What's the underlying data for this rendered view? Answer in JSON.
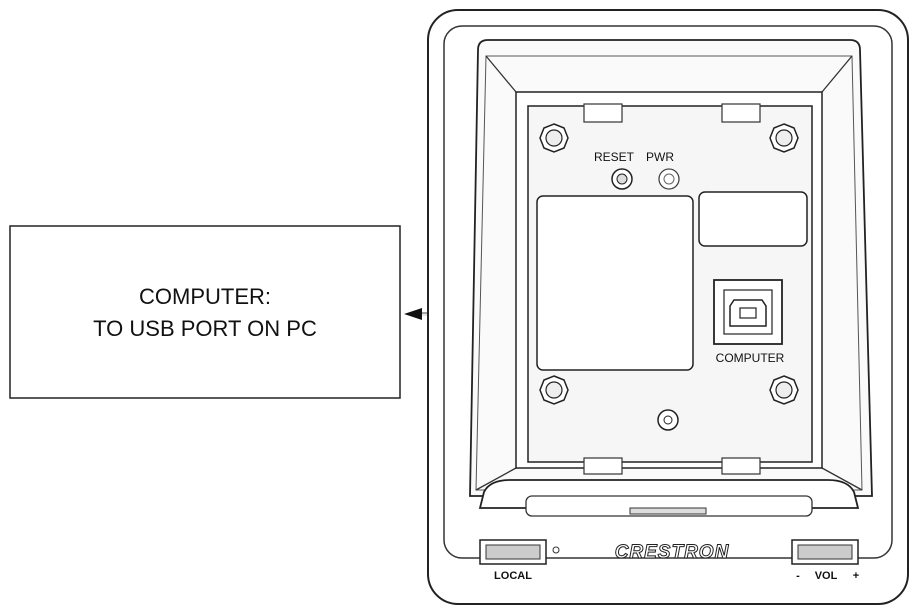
{
  "callout": {
    "line1": "COMPUTER:",
    "line2": "TO USB PORT ON PC"
  },
  "device": {
    "reset_label": "RESET",
    "pwr_label": "PWR",
    "usb_port_label": "COMPUTER",
    "brand": "CRESTRON",
    "local_label": "LOCAL",
    "vol_minus": "-",
    "vol_label": "VOL",
    "vol_plus": "+"
  }
}
